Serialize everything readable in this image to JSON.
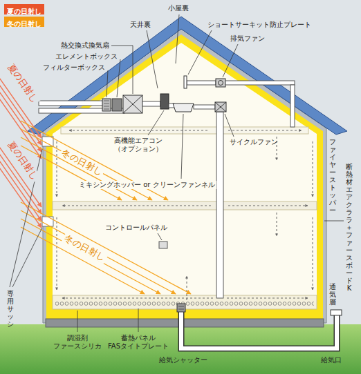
{
  "diagram": {
    "labels": [
      "小屋裏",
      "天井裏",
      "ショートサーキット防止プレート",
      "排気ファン",
      "熱交換式換気扇",
      "エレメントボックス",
      "フィルターボックス",
      "夏の日射し",
      "高機能エアコン （オプション）",
      "サイクルファン",
      "ミキシングホッパー or クリーンファンネル",
      "冬の日射し",
      "ファイヤーストッパー",
      "断熱材エアクララ＋ファースボードK",
      "夏の日射し",
      "コントロールパネル",
      "冬の日射し",
      "通気層",
      "専用サッシ",
      "調湿剤 ファースシリカ",
      "蓄熱パネル FASタイトプレート",
      "給気シャッター",
      "給気口"
    ],
    "legend": [
      {
        "text": "夏の日射し",
        "color": "#e9542a"
      },
      {
        "text": "冬の日射し",
        "color": "#f29a12"
      }
    ]
  }
}
